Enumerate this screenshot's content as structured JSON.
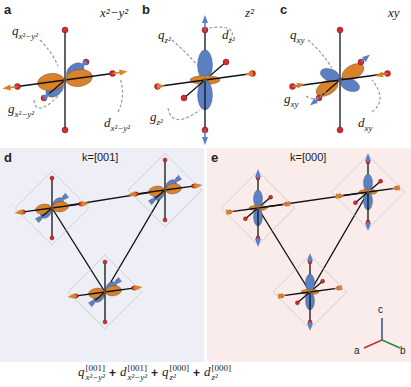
{
  "diagram": {
    "labels": [
      "a",
      "x²−y²",
      "qx²−y²",
      "gx²−y²",
      "dx²−y²",
      "b",
      "z²",
      "qz²",
      "dz²",
      "gz²",
      "c",
      "xy",
      "qxy",
      "gxy",
      "dxy",
      "d",
      "k=[001]",
      "e",
      "k=[000]",
      "q[001]x²−y²",
      "+",
      "d[001]x²−y²",
      "+",
      "q[000]z²",
      "+",
      "d[000]z²",
      "c",
      "a",
      "b"
    ]
  }
}
